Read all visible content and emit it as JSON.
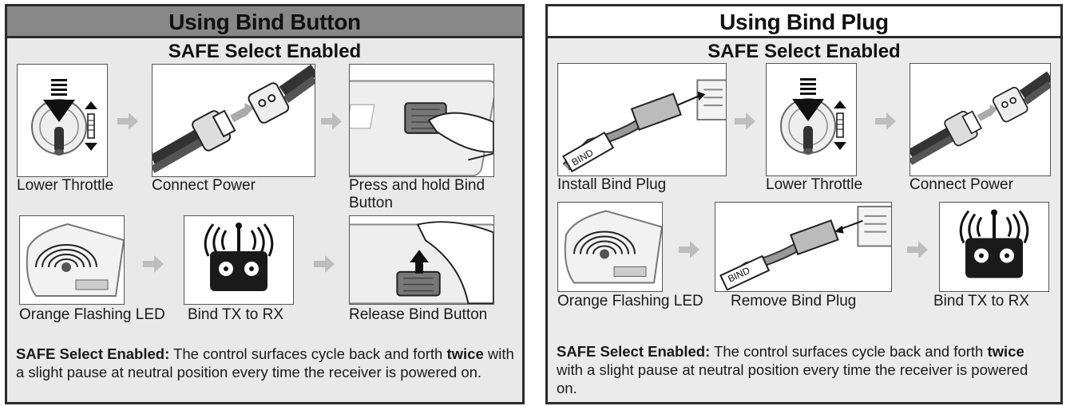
{
  "left": {
    "title": "Using Bind Button",
    "subtitle": "SAFE Select Enabled",
    "steps": [
      {
        "label": "Lower Throttle",
        "icon": "throttle-down-icon"
      },
      {
        "label": "Connect Power",
        "icon": "power-connector-icon"
      },
      {
        "label": "Press and hold Bind Button",
        "icon": "press-bind-button-icon"
      },
      {
        "label": "Orange Flashing LED",
        "icon": "flashing-led-icon"
      },
      {
        "label": "Bind TX to RX",
        "icon": "transmitter-icon"
      },
      {
        "label": "Release Bind Button",
        "icon": "release-bind-button-icon"
      }
    ],
    "note": {
      "lead": "SAFE Select Enabled:",
      "text1": " The control surfaces cycle back and forth ",
      "emph": "twice",
      "text2": " with a slight pause at neutral position every time the receiver is powered on."
    }
  },
  "right": {
    "title": "Using Bind Plug",
    "subtitle": "SAFE Select Enabled",
    "steps": [
      {
        "label": "Install Bind Plug",
        "icon": "bind-plug-install-icon"
      },
      {
        "label": "Lower Throttle",
        "icon": "throttle-down-icon"
      },
      {
        "label": "Connect Power",
        "icon": "power-connector-icon"
      },
      {
        "label": "Orange Flashing LED",
        "icon": "flashing-led-icon"
      },
      {
        "label": "Remove Bind Plug",
        "icon": "bind-plug-remove-icon"
      },
      {
        "label": "Bind TX to RX",
        "icon": "transmitter-icon"
      }
    ],
    "plug_label": "BIND",
    "note": {
      "lead": "SAFE Select Enabled:",
      "text1": " The control surfaces cycle back and forth ",
      "emph": "twice",
      "text2": " with a slight pause at neutral position every time the receiver is powered on."
    }
  },
  "colors": {
    "left_header_bg": "#888888",
    "right_header_bg": "#ffffff",
    "panel_bg": "#e9e9e9",
    "arrow": "#bdbdbd"
  }
}
